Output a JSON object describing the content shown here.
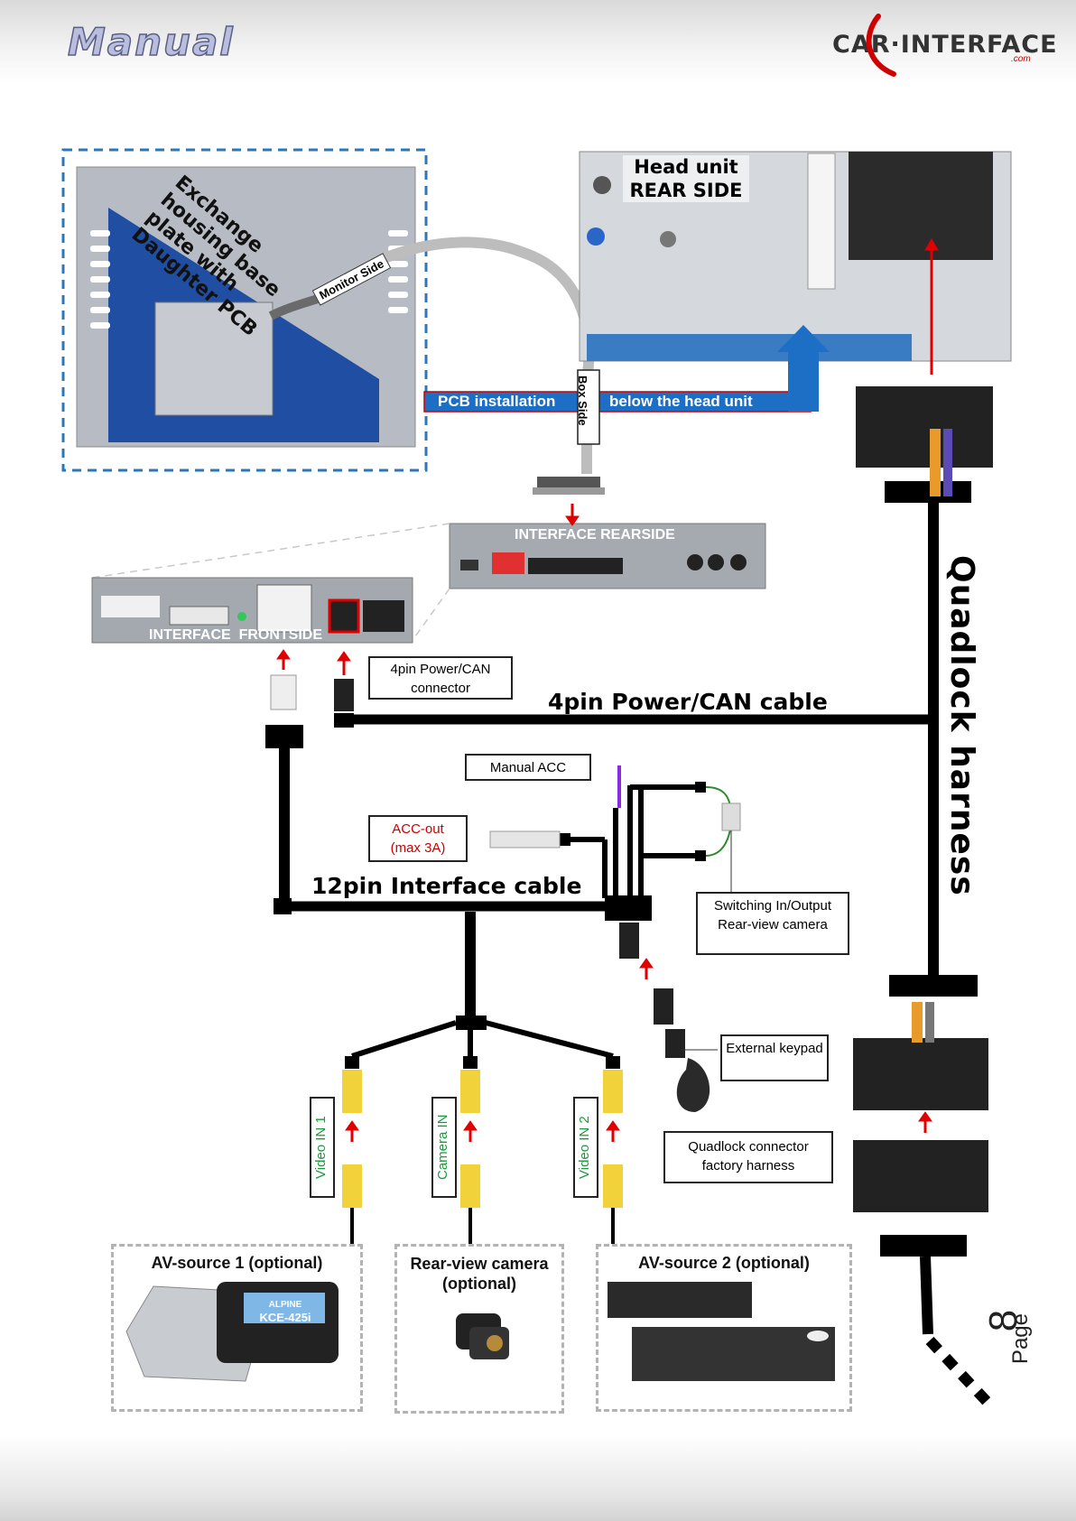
{
  "header": {
    "title": "Manual",
    "logo_text": "CAR·INTERFACE",
    "logo_suffix": ".com"
  },
  "panels": {
    "exchange_plate": "Exchange housing base plate with Daughter PCB",
    "monitor_side": "Monitor Side",
    "box_side": "Box Side",
    "head_unit": "Head unit REAR SIDE",
    "pcb_install_left": "PCB installation",
    "pcb_install_right": "below the head unit",
    "interface_rearside": "INTERFACE REARSIDE",
    "interface_frontside": "INTERFACE  FRONTSIDE"
  },
  "labels": {
    "power_can_connector": "4pin Power/CAN connector",
    "power_can_cable": "4pin Power/CAN cable",
    "manual_acc": "Manual ACC",
    "acc_out_line1": "ACC-out",
    "acc_out_line2": "(max 3A)",
    "interface_cable": "12pin Interface cable",
    "switching": "Switching In/Output Rear-view camera",
    "external_keypad": "External keypad",
    "quadlock_harness": "Quadlock harness",
    "quadlock_connector": "Quadlock connector factory harness",
    "video_in_1": "Video IN 1",
    "camera_in": "Camera IN",
    "video_in_2": "Video IN 2"
  },
  "sources": {
    "av1": "AV-source 1 (optional)",
    "camera_line1": "Rear-view camera",
    "camera_line2": "(optional)",
    "av2": "AV-source 2 (optional)",
    "av1_device_brand": "ALPINE",
    "av1_device_model": "KCE-425i"
  },
  "footer": {
    "page_word": "Page",
    "page_number": "8"
  },
  "colors": {
    "accent_blue": "#1c6fc4",
    "arrow_red": "#e00000",
    "label_green": "#1a9a3a",
    "acc_red": "#cc0000",
    "manual_acc_wire": "#8a2be2"
  }
}
